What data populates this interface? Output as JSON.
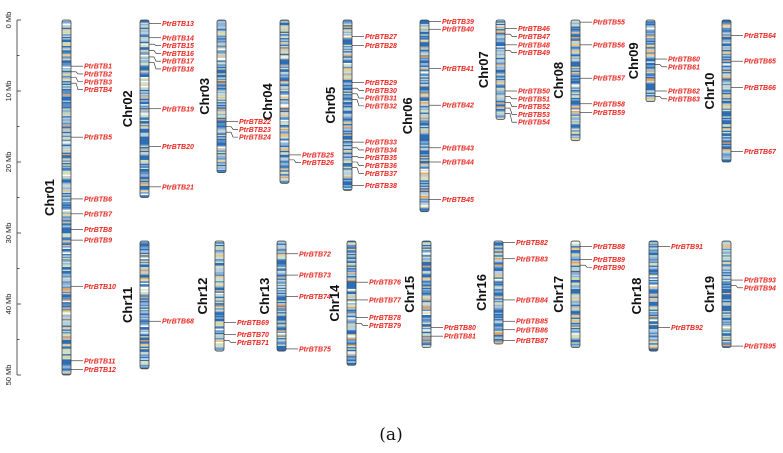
{
  "caption": "(a)",
  "scale": {
    "unit": "Mb",
    "max": 50,
    "ticks": [
      {
        "value": 0,
        "label": "0 Mb"
      },
      {
        "value": 10,
        "label": "10 Mb"
      },
      {
        "value": 20,
        "label": "20 Mb"
      },
      {
        "value": 30,
        "label": "30 Mb"
      },
      {
        "value": 40,
        "label": "40 Mb"
      },
      {
        "value": 50,
        "label": "50 Mb"
      }
    ]
  },
  "colors": {
    "gene_label": "#e8251f",
    "density_low": "#2c6db5",
    "density_mid": "#cfe0c8",
    "density_high": "#e8a060",
    "chromosome_outline": "#444444"
  },
  "chromosomes": [
    {
      "name": "Chr01",
      "row": 1,
      "length": 50,
      "genes": [
        {
          "name": "PtrBTB1",
          "pos": 6.5
        },
        {
          "name": "PtrBTB2",
          "pos": 7.3
        },
        {
          "name": "PtrBTB3",
          "pos": 8.1
        },
        {
          "name": "PtrBTB4",
          "pos": 8.9
        },
        {
          "name": "PtrBTB5",
          "pos": 16.5
        },
        {
          "name": "PtrBTB6",
          "pos": 25.2
        },
        {
          "name": "PtrBTB7",
          "pos": 27.3
        },
        {
          "name": "PtrBTB8",
          "pos": 29.5
        },
        {
          "name": "PtrBTB9",
          "pos": 31.0
        },
        {
          "name": "PtrBTB10",
          "pos": 37.5
        },
        {
          "name": "PtrBTB11",
          "pos": 48.0
        },
        {
          "name": "PtrBTB12",
          "pos": 49.2
        }
      ]
    },
    {
      "name": "Chr02",
      "row": 1,
      "length": 25,
      "genes": [
        {
          "name": "PtrBTB13",
          "pos": 0.5
        },
        {
          "name": "PtrBTB14",
          "pos": 2.5
        },
        {
          "name": "PtrBTB15",
          "pos": 3.4
        },
        {
          "name": "PtrBTB16",
          "pos": 4.3
        },
        {
          "name": "PtrBTB17",
          "pos": 5.2
        },
        {
          "name": "PtrBTB18",
          "pos": 6.0
        },
        {
          "name": "PtrBTB19",
          "pos": 12.5
        },
        {
          "name": "PtrBTB20",
          "pos": 17.8
        },
        {
          "name": "PtrBTB21",
          "pos": 23.5
        }
      ]
    },
    {
      "name": "Chr03",
      "row": 1,
      "length": 21.5,
      "genes": [
        {
          "name": "PtrBTB22",
          "pos": 14.3
        },
        {
          "name": "PtrBTB23",
          "pos": 15.0
        },
        {
          "name": "PtrBTB24",
          "pos": 15.8
        }
      ]
    },
    {
      "name": "Chr04",
      "row": 1,
      "length": 23,
      "genes": [
        {
          "name": "PtrBTB25",
          "pos": 19.0
        },
        {
          "name": "PtrBTB26",
          "pos": 19.7
        }
      ]
    },
    {
      "name": "Chr05",
      "row": 1,
      "length": 24,
      "genes": [
        {
          "name": "PtrBTB27",
          "pos": 2.3
        },
        {
          "name": "PtrBTB28",
          "pos": 3.6
        },
        {
          "name": "PtrBTB29",
          "pos": 8.8
        },
        {
          "name": "PtrBTB30",
          "pos": 9.6
        },
        {
          "name": "PtrBTB31",
          "pos": 10.4
        },
        {
          "name": "PtrBTB32",
          "pos": 11.2
        },
        {
          "name": "PtrBTB33",
          "pos": 17.2
        },
        {
          "name": "PtrBTB34",
          "pos": 18.0
        },
        {
          "name": "PtrBTB35",
          "pos": 19.2
        },
        {
          "name": "PtrBTB36",
          "pos": 20.0
        },
        {
          "name": "PtrBTB37",
          "pos": 20.8
        },
        {
          "name": "PtrBTB38",
          "pos": 23.3
        }
      ]
    },
    {
      "name": "Chr06",
      "row": 1,
      "length": 27,
      "genes": [
        {
          "name": "PtrBTB39",
          "pos": 0.2
        },
        {
          "name": "PtrBTB40",
          "pos": 1.3
        },
        {
          "name": "PtrBTB41",
          "pos": 6.8
        },
        {
          "name": "PtrBTB42",
          "pos": 12.0
        },
        {
          "name": "PtrBTB43",
          "pos": 18.0
        },
        {
          "name": "PtrBTB44",
          "pos": 20.0
        },
        {
          "name": "PtrBTB45",
          "pos": 25.3
        }
      ]
    },
    {
      "name": "Chr07",
      "row": 1,
      "length": 14,
      "genes": [
        {
          "name": "PtrBTB46",
          "pos": 1.2
        },
        {
          "name": "PtrBTB47",
          "pos": 2.0
        },
        {
          "name": "PtrBTB48",
          "pos": 3.5
        },
        {
          "name": "PtrBTB49",
          "pos": 4.3
        },
        {
          "name": "PtrBTB50",
          "pos": 10.0
        },
        {
          "name": "PtrBTB51",
          "pos": 10.8
        },
        {
          "name": "PtrBTB52",
          "pos": 11.6
        },
        {
          "name": "PtrBTB53",
          "pos": 12.4
        },
        {
          "name": "PtrBTB54",
          "pos": 13.2
        }
      ]
    },
    {
      "name": "Chr08",
      "row": 1,
      "length": 17,
      "genes": [
        {
          "name": "PtrBTB55",
          "pos": 0.3
        },
        {
          "name": "PtrBTB56",
          "pos": 3.5
        },
        {
          "name": "PtrBTB57",
          "pos": 8.2
        },
        {
          "name": "PtrBTB58",
          "pos": 11.8
        },
        {
          "name": "PtrBTB59",
          "pos": 13.0
        }
      ]
    },
    {
      "name": "Chr09",
      "row": 1,
      "length": 11.5,
      "genes": [
        {
          "name": "PtrBTB60",
          "pos": 5.5
        },
        {
          "name": "PtrBTB61",
          "pos": 6.3
        },
        {
          "name": "PtrBTB62",
          "pos": 10.0
        },
        {
          "name": "PtrBTB63",
          "pos": 10.8
        }
      ]
    },
    {
      "name": "Chr10",
      "row": 1,
      "length": 20,
      "genes": [
        {
          "name": "PtrBTB64",
          "pos": 2.2
        },
        {
          "name": "PtrBTB65",
          "pos": 5.8
        },
        {
          "name": "PtrBTB66",
          "pos": 9.5
        },
        {
          "name": "PtrBTB67",
          "pos": 18.5
        }
      ]
    },
    {
      "name": "Chr11",
      "row": 2,
      "length": 18,
      "genes": [
        {
          "name": "PtrBTB68",
          "pos": 11.3
        }
      ]
    },
    {
      "name": "Chr12",
      "row": 2,
      "length": 15.5,
      "genes": [
        {
          "name": "PtrBTB69",
          "pos": 11.5
        },
        {
          "name": "PtrBTB70",
          "pos": 13.2
        },
        {
          "name": "PtrBTB71",
          "pos": 14.0
        }
      ]
    },
    {
      "name": "Chr13",
      "row": 2,
      "length": 15.5,
      "genes": [
        {
          "name": "PtrBTB72",
          "pos": 1.8
        },
        {
          "name": "PtrBTB73",
          "pos": 4.8
        },
        {
          "name": "PtrBTB74",
          "pos": 7.8
        },
        {
          "name": "PtrBTB75",
          "pos": 15.2
        }
      ]
    },
    {
      "name": "Chr14",
      "row": 2,
      "length": 17.5,
      "genes": [
        {
          "name": "PtrBTB76",
          "pos": 5.8
        },
        {
          "name": "PtrBTB77",
          "pos": 8.3
        },
        {
          "name": "PtrBTB78",
          "pos": 10.8
        },
        {
          "name": "PtrBTB79",
          "pos": 11.6
        }
      ]
    },
    {
      "name": "Chr15",
      "row": 2,
      "length": 15,
      "genes": [
        {
          "name": "PtrBTB80",
          "pos": 12.2
        },
        {
          "name": "PtrBTB81",
          "pos": 13.4
        }
      ]
    },
    {
      "name": "Chr16",
      "row": 2,
      "length": 14.5,
      "genes": [
        {
          "name": "PtrBTB82",
          "pos": 0.2
        },
        {
          "name": "PtrBTB83",
          "pos": 2.5
        },
        {
          "name": "PtrBTB84",
          "pos": 8.3
        },
        {
          "name": "PtrBTB85",
          "pos": 11.3
        },
        {
          "name": "PtrBTB86",
          "pos": 12.5
        },
        {
          "name": "PtrBTB87",
          "pos": 14.0
        }
      ]
    },
    {
      "name": "Chr17",
      "row": 2,
      "length": 15,
      "genes": [
        {
          "name": "PtrBTB88",
          "pos": 0.8
        },
        {
          "name": "PtrBTB89",
          "pos": 2.6
        },
        {
          "name": "PtrBTB90",
          "pos": 3.4
        }
      ]
    },
    {
      "name": "Chr18",
      "row": 2,
      "length": 15.5,
      "genes": [
        {
          "name": "PtrBTB91",
          "pos": 0.8
        },
        {
          "name": "PtrBTB92",
          "pos": 12.2
        }
      ]
    },
    {
      "name": "Chr19",
      "row": 2,
      "length": 15,
      "genes": [
        {
          "name": "PtrBTB93",
          "pos": 5.5
        },
        {
          "name": "PtrBTB94",
          "pos": 6.3
        },
        {
          "name": "PtrBTB95",
          "pos": 14.8
        }
      ]
    }
  ]
}
